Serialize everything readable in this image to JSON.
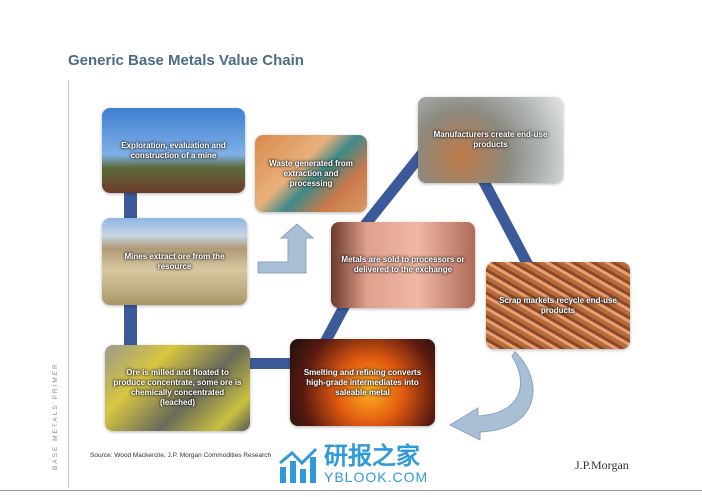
{
  "title": "Generic Base Metals Value Chain",
  "side_label": "BASE METALS PRIMER",
  "steps": {
    "exploration": "Exploration, evaluation and construction of a mine",
    "waste": "Waste generated from extraction and processing",
    "mines": "Mines extract ore from the resource",
    "metals": "Metals are sold to processors or delivered to the exchange",
    "manufacturers": "Manufacturers create end-use products",
    "scrap": "Scrap markets recycle end-use products",
    "ore": "Ore is milled and floated to produce concentrate, some ore is chemically concentrated (leached)",
    "smelting": "Smelting and refining converts high-grade intermediates into saleable metal"
  },
  "source": "Source: Wood Mackenzie, J.P. Morgan Commodities Research",
  "logo": "J.P.Morgan",
  "watermark": {
    "cn": "研报之家",
    "en": "YBLOOK.COM"
  },
  "colors": {
    "connector": "#3c5a9a",
    "arrow": "#a9bfd6",
    "title": "#4d6b86"
  }
}
